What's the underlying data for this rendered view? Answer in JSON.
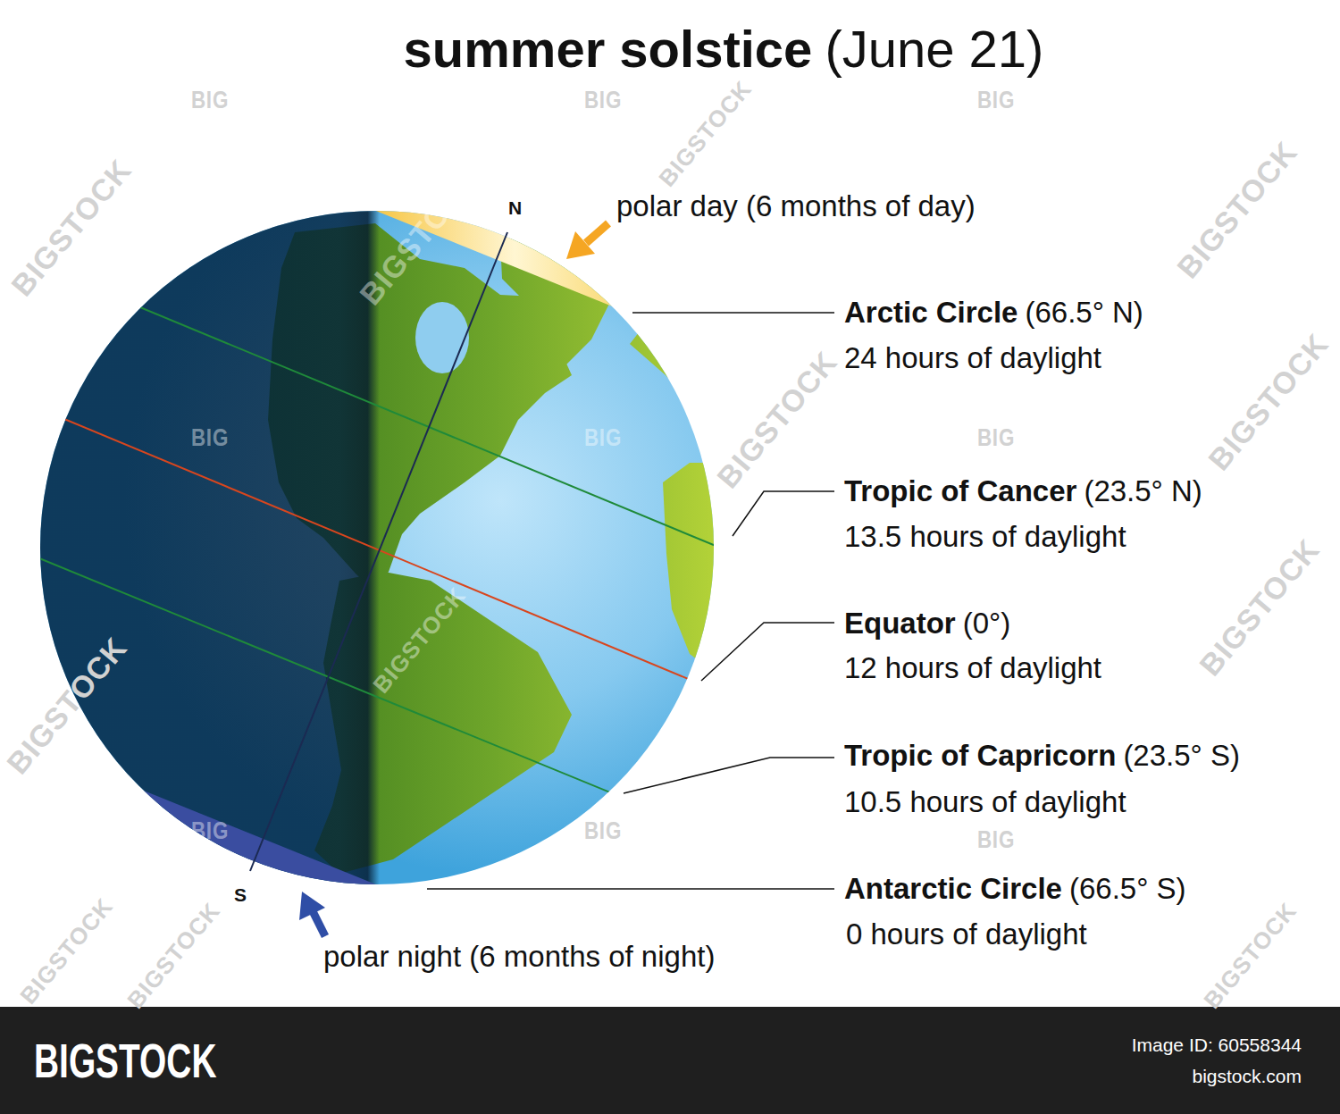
{
  "diagram": {
    "title": "summer solstice",
    "labels": [
      "(June 21)",
      "N",
      "polar day (6 months of day)",
      "Arctic Circle",
      "(66.5° N)",
      "24 hours of daylight",
      "Tropic of Cancer",
      "(23.5° N)",
      "13.5 hours of daylight",
      "Equator",
      "(0°)",
      "12 hours of daylight",
      "Tropic of Capricorn",
      "(23.5° S)",
      "10.5 hours of daylight",
      "Antarctic Circle",
      "(66.5° S)",
      "0 hours of daylight",
      "S",
      "polar night (6 months of night)",
      "BIGSTOCK",
      "Image ID: 60558344",
      "bigstock.com",
      "BIG",
      "BIG",
      "BIG",
      "BIG",
      "BIG",
      "BIG",
      "BIG",
      "BIG",
      "BIG",
      "BIGSTOCK",
      "BIGSTOCK",
      "BIGSTOCK",
      "BIGSTOCK",
      "BIGSTOCK",
      "BIGSTOCK",
      "BIGSTOCK",
      "BIGSTOCK",
      "BIGSTOCK",
      "BIGSTOCK",
      "BIGSTOCK",
      "BIGSTOCK"
    ]
  }
}
